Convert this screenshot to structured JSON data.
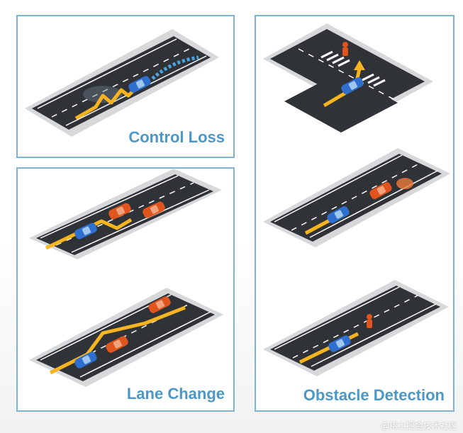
{
  "panels": {
    "control_loss": {
      "title": "Control Loss"
    },
    "lane_change": {
      "title": "Lane Change"
    },
    "obstacle_detection": {
      "title": "Obstacle Detection"
    }
  },
  "watermark": "@稀土掘金技术社区",
  "colors": {
    "panel_border": "#7fb3cf",
    "title": "#4b97c6",
    "road": "#2f3236",
    "sidewalk": "#d7d8da",
    "path_arrow": "#f6b520",
    "ego_car": "#2f6fd0",
    "other_car": "#e0541e",
    "skid_trail": "#4aa3df"
  }
}
